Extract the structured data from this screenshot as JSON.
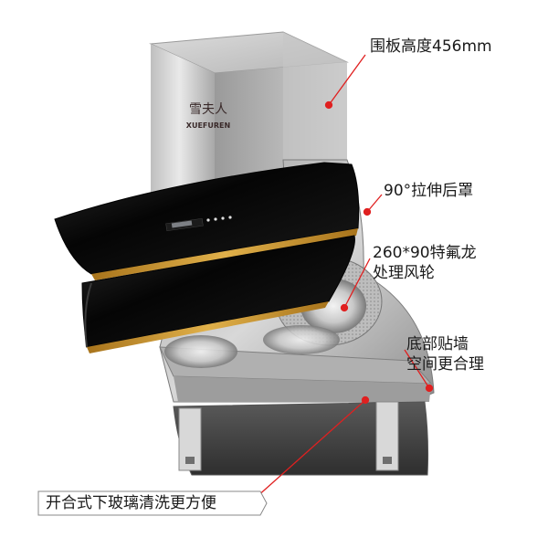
{
  "brand": {
    "chinese": "雪夫人",
    "latin": "XUEFUREN"
  },
  "callouts": {
    "panel_height": "围板高度456mm",
    "rear_cover": "90°拉伸后罩",
    "fan_line1": "260*90特氟龙",
    "fan_line2": "处理风轮",
    "wall_line1": "底部贴墙",
    "wall_line2": "空间更合理",
    "glass": "开合式下玻璃清洗更方便"
  },
  "colors": {
    "callout_line": "#e02020",
    "steel_light": "#d9d9d9",
    "steel_dark": "#8a8a8a",
    "glass_black": "#0a0a0a",
    "gold_trim": "#c8962a"
  }
}
